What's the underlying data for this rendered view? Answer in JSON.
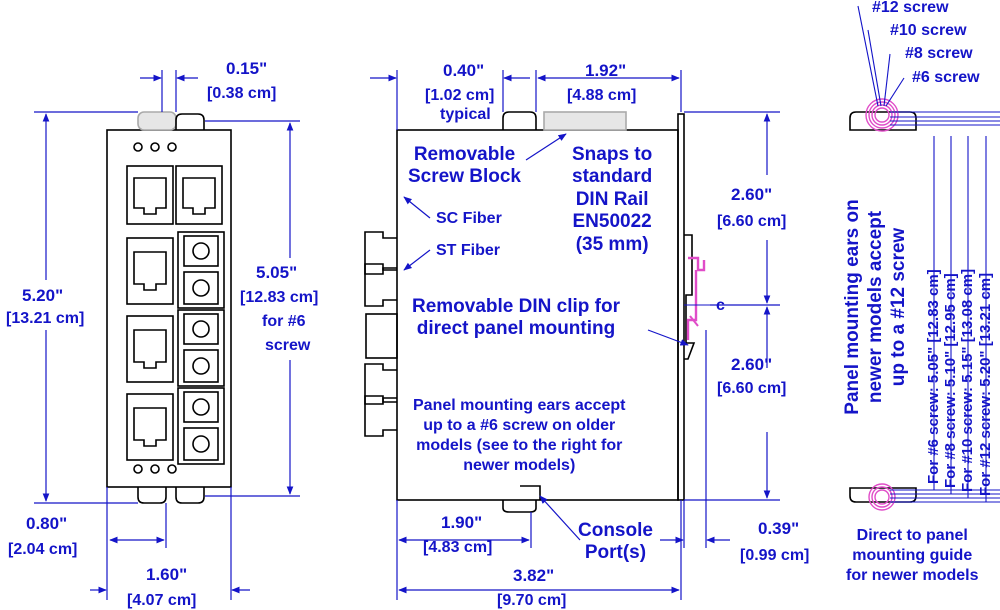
{
  "front_view": {
    "width_top": "0.15\"",
    "width_top_cm": "[0.38 cm]",
    "height": "5.20\"",
    "height_cm": "[13.21 cm]",
    "hole_spacing": "5.05\"",
    "hole_spacing_cm": "[12.83 cm]",
    "hole_note_1": "for #6",
    "hole_note_2": "screw",
    "ear_offset": "0.80\"",
    "ear_offset_cm": "[2.04 cm]",
    "width": "1.60\"",
    "width_cm": "[4.07 cm]"
  },
  "side_view": {
    "block_depth": "0.40\"",
    "block_depth_cm": "[1.02 cm]",
    "typical": "typical",
    "rail_offset": "1.92\"",
    "rail_offset_cm": "[4.88 cm]",
    "removable_block": [
      "Removable",
      "Screw Block"
    ],
    "snaps": [
      "Snaps to",
      "standard",
      "DIN Rail",
      "EN50022",
      "(35 mm)"
    ],
    "sc_fiber": "SC Fiber",
    "st_fiber": "ST Fiber",
    "din_clip": [
      "Removable DIN clip for",
      "direct panel mounting"
    ],
    "ears_note": [
      "Panel mounting ears accept",
      "up to a #6 screw on older",
      "models (see to the right for",
      "newer models)"
    ],
    "upper_half": "2.60\"",
    "upper_half_cm": "[6.60 cm]",
    "center_mark": "c",
    "lower_half": "2.60\"",
    "lower_half_cm": "[6.60 cm]",
    "console_offset": "1.90\"",
    "console_offset_cm": "[4.83 cm]",
    "console_port": [
      "Console",
      "Port(s)"
    ],
    "clip_depth": "0.39\"",
    "clip_depth_cm": "[0.99 cm]",
    "depth": "3.82\"",
    "depth_cm": "[9.70 cm]"
  },
  "mounting_view": {
    "screw_12": "#12 screw",
    "screw_10": "#10 screw",
    "screw_8": "#8 screw",
    "screw_6": "#6 screw",
    "ears_newer": [
      "Panel mounting ears on",
      "newer models accept",
      "up to a #12 screw"
    ],
    "spacing_6": "For #6 screw: 5.05\" [12.83 cm]",
    "spacing_8": "For #8 screw: 5.10\" [12.95 cm]",
    "spacing_10": "For #10 screw: 5.15\" [13.08 cm]",
    "spacing_12": "For #12 screw: 5.20\" [13.21 cm]",
    "guide": [
      "Direct to panel",
      "mounting guide",
      "for newer models"
    ]
  },
  "colors": {
    "dimension": "#1414c8",
    "outline": "#000000",
    "din_clip": "#e04cc8"
  }
}
